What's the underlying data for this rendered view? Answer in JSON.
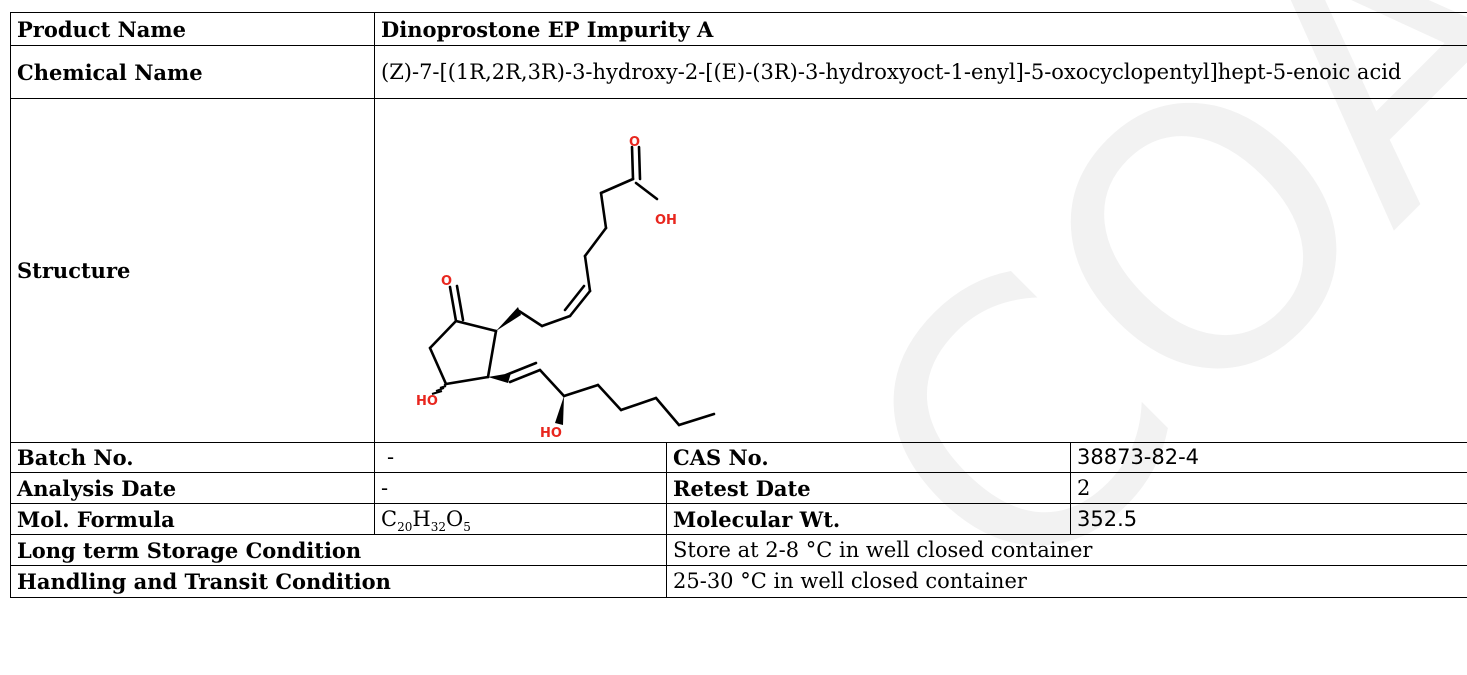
{
  "rows": {
    "product_name": {
      "label": "Product Name",
      "value": "Dinoprostone EP Impurity A"
    },
    "chemical_name": {
      "label": "Chemical Name",
      "value": "(Z)-7-[(1R,2R,3R)-3-hydroxy-2-[(E)-(3R)-3-hydroxyoct-1-enyl]-5-oxocyclopentyl]hept-5-enoic acid"
    },
    "structure": {
      "label": "Structure"
    },
    "batch_no": {
      "label": "Batch No.",
      "value": "-"
    },
    "cas_no": {
      "label": "CAS No.",
      "value": "38873-82-4"
    },
    "analysis_date": {
      "label": "Analysis Date",
      "value": "-"
    },
    "retest_date": {
      "label": "Retest Date",
      "value": "2"
    },
    "mol_formula": {
      "label": "Mol. Formula",
      "c": "C",
      "c_n": "20",
      "h": "H",
      "h_n": "32",
      "o": "O",
      "o_n": "5"
    },
    "molecular_wt": {
      "label": "Molecular Wt.",
      "value": "352.5"
    },
    "storage": {
      "label": "Long term Storage Condition",
      "value": "Store at 2-8 °C in well closed container"
    },
    "handling": {
      "label": "Handling and Transit Condition",
      "value": "25-30 °C in well closed container"
    }
  },
  "structure_atoms": {
    "acid_o": "O",
    "acid_oh": "OH",
    "ketone_o": "O",
    "ring_ho": "HO",
    "chain_ho": "HO"
  },
  "watermark": "COA",
  "colors": {
    "heteroatom": "#e8261e",
    "watermark": "#f2f2f2"
  }
}
